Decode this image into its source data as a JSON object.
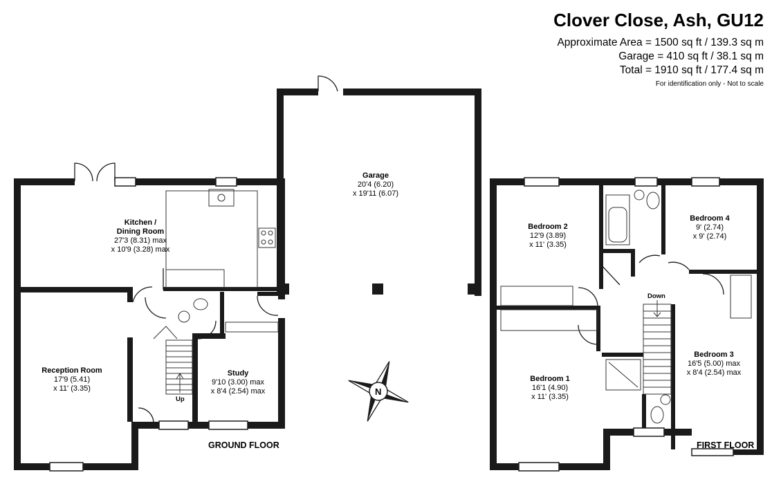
{
  "header": {
    "title": "Clover Close, Ash, GU12",
    "area": "Approximate Area = 1500 sq ft / 139.3 sq m",
    "garage": "Garage = 410 sq ft / 38.1 sq m",
    "total": "Total = 1910 sq ft / 177.4 sq m",
    "disclaimer": "For identification only - Not to scale"
  },
  "rooms": {
    "kitchen": {
      "name1": "Kitchen /",
      "name2": "Dining Room",
      "dim1": "27'3 (8.31) max",
      "dim2": "x 10'9 (3.28) max"
    },
    "garage": {
      "name": "Garage",
      "dim1": "20'4 (6.20)",
      "dim2": "x 19'11 (6.07)"
    },
    "reception": {
      "name": "Reception Room",
      "dim1": "17'9 (5.41)",
      "dim2": "x 11' (3.35)"
    },
    "study": {
      "name": "Study",
      "dim1": "9'10 (3.00) max",
      "dim2": "x 8'4 (2.54) max"
    },
    "bedroom1": {
      "name": "Bedroom 1",
      "dim1": "16'1 (4.90)",
      "dim2": "x 11' (3.35)"
    },
    "bedroom2": {
      "name": "Bedroom 2",
      "dim1": "12'9 (3.89)",
      "dim2": "x 11' (3.35)"
    },
    "bedroom3": {
      "name": "Bedroom 3",
      "dim1": "16'5 (5.00) max",
      "dim2": "x 8'4 (2.54) max"
    },
    "bedroom4": {
      "name": "Bedroom 4",
      "dim1": "9' (2.74)",
      "dim2": "x 9' (2.74)"
    }
  },
  "labels": {
    "ground_floor": "GROUND FLOOR",
    "first_floor": "FIRST FLOOR",
    "up": "Up",
    "down": "Down",
    "compass": "N"
  }
}
